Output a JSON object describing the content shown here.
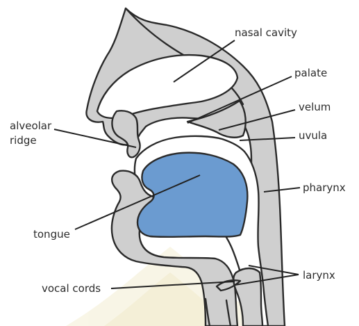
{
  "labels": {
    "nasal_cavity": "nasal cavity",
    "palate": "palate",
    "velum": "velum",
    "uvula": "uvula",
    "alveolar_ridge_line1": "alveolar",
    "alveolar_ridge_line2": "ridge",
    "pharynx": "pharynx",
    "tongue": "tongue",
    "larynx": "larynx",
    "vocal_cords": "vocal cords"
  },
  "colors": {
    "tissue": "#cfcfcf",
    "tongue": "#6b9bd0",
    "outline": "#2a2a2a",
    "watermark": "#f4eed3"
  }
}
